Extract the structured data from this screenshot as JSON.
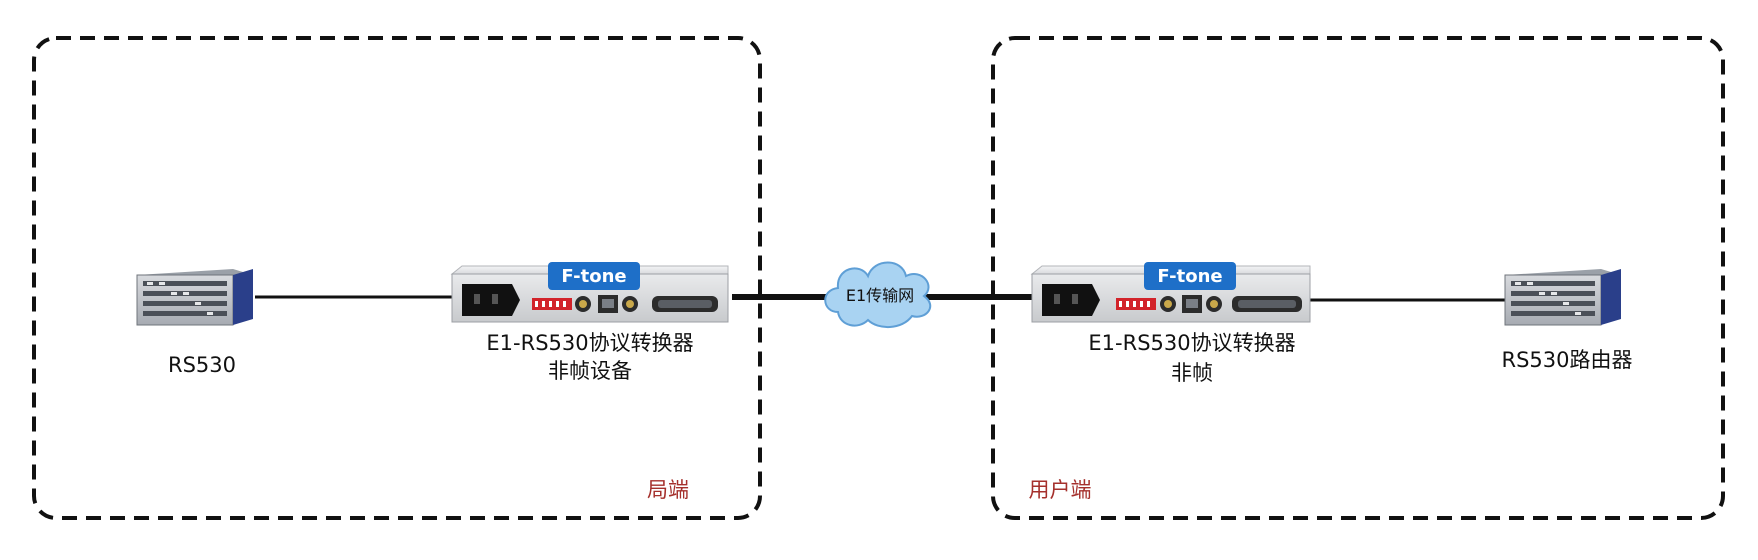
{
  "zones": {
    "left": {
      "label": "局端"
    },
    "right": {
      "label": "用户端"
    }
  },
  "cloud": {
    "label": "E1传输网"
  },
  "devices": {
    "left_router": {
      "label": "RS530"
    },
    "left_converter": {
      "brand": "F-tone",
      "line1": "E1-RS530协议转换器",
      "line2": "非帧设备"
    },
    "right_converter": {
      "brand": "F-tone",
      "line1": "E1-RS530协议转换器",
      "line2": "非帧"
    },
    "right_router": {
      "label": "RS530路由器"
    }
  },
  "colors": {
    "zone_label": "#a5302c",
    "brand_badge": "#1e6fc8",
    "cable": "#111111",
    "cloud_fill": "#a9d3f2",
    "cloud_stroke": "#5f9fd6",
    "router_blue": "#2a3f8a"
  },
  "icons": {
    "router": "rack-server-icon",
    "converter": "protocol-converter-icon",
    "cloud": "cloud-icon"
  }
}
